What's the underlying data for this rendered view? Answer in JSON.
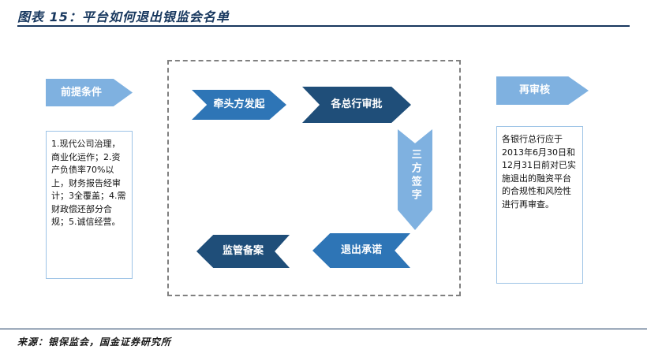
{
  "title": "图表 15：平台如何退出银监会名单",
  "source": "来源：银保监会，国金证券研究所",
  "left_panel": {
    "arrow_label": "前提条件",
    "box_text": "1.现代公司治理，商业化运作；2.资产负债率70%以上，财务报告经审计；3全覆盖；4.需财政偿还部分合规；5.诚信经营。"
  },
  "flow": {
    "steps": [
      {
        "label": "牵头方发起"
      },
      {
        "label": "各总行审批"
      },
      {
        "label": "三方签字"
      },
      {
        "label": "退出承诺"
      },
      {
        "label": "监管备案"
      }
    ]
  },
  "right_panel": {
    "arrow_label": "再审核",
    "box_text": "各银行总行应于 2013年6月30日和12月31日前对已实施退出的融资平台的合规性和风险性进行再审查。"
  },
  "colors": {
    "title_navy": "#17375e",
    "light_blue": "#7fb1e0",
    "medium_blue": "#2e75b6",
    "dark_blue": "#1f4e79",
    "box_border": "#9dc3e6",
    "dashed_border": "#808080"
  }
}
